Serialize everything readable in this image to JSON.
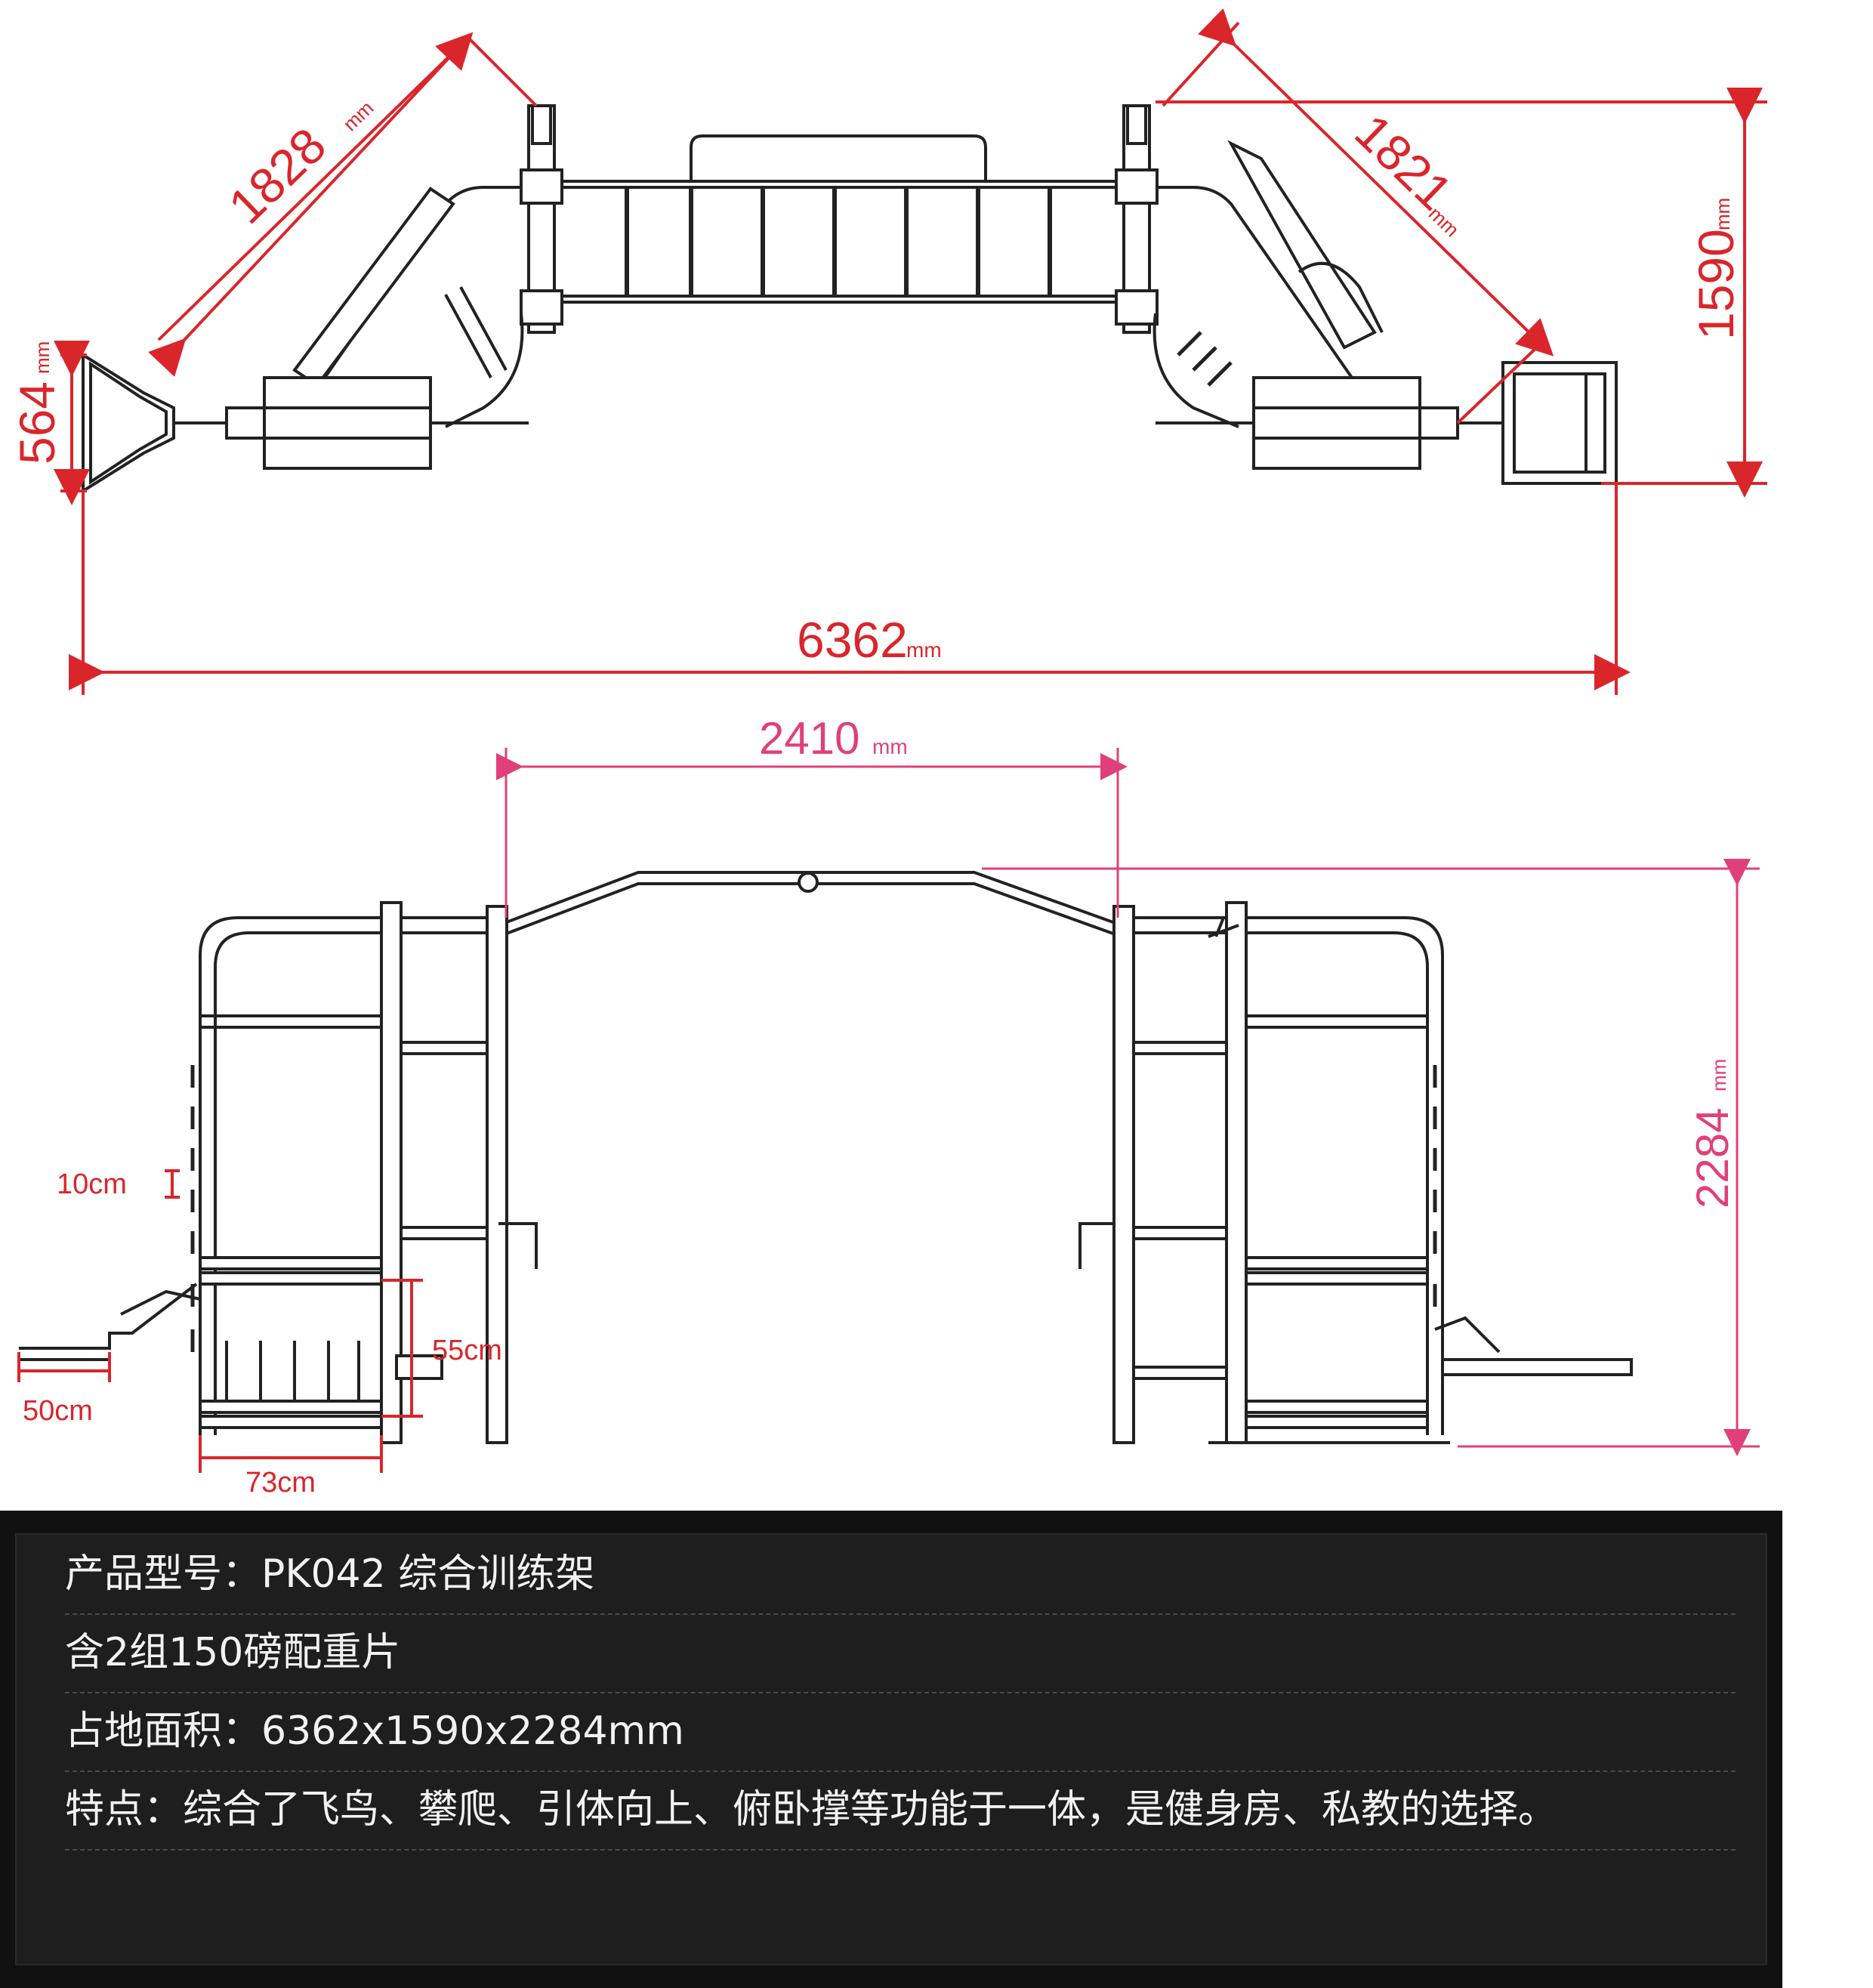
{
  "dimensions": {
    "diag_left": "1828",
    "diag_right": "1821",
    "height_plan": "1590",
    "left_end_depth": "564",
    "total_length": "6362",
    "span_width": "2410",
    "total_height": "2284",
    "rung_spacing": "10cm",
    "bar_extension": "50cm",
    "plate_stack_height": "55cm",
    "plate_stack_width": "73cm",
    "unit_mm": "mm"
  },
  "colors": {
    "dimension_red": "#d9262b",
    "dimension_pink": "#e0407a",
    "line_black": "#222222",
    "panel_bg": "#1e1e1e",
    "panel_text": "#f2f2f2"
  },
  "specs": {
    "model": "产品型号：PK042 综合训练架",
    "weights": "含2组150磅配重片",
    "footprint": "占地面积：6362x1590x2284mm",
    "features": "特点：综合了飞鸟、攀爬、引体向上、俯卧撑等功能于一体，是健身房、私教的选择。"
  }
}
